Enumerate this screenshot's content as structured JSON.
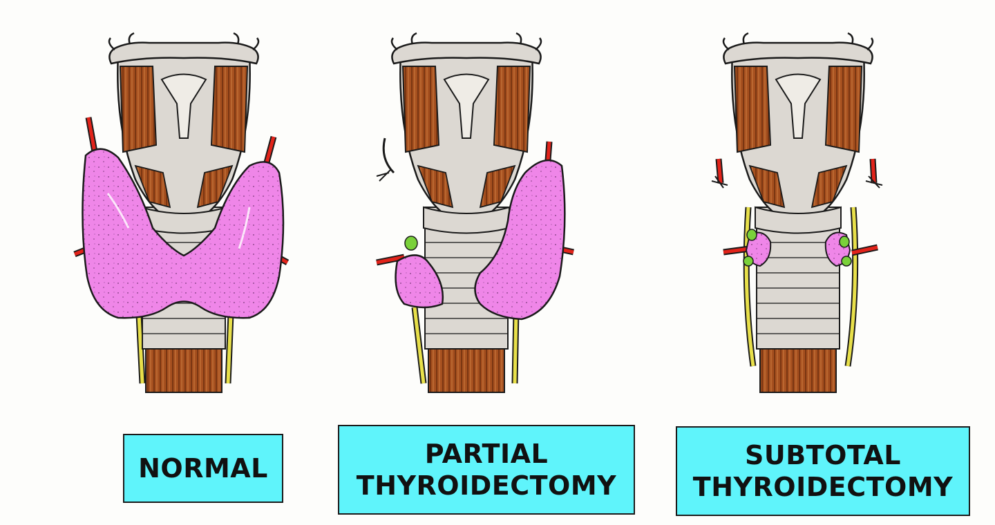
{
  "panels": [
    {
      "id": "normal",
      "label_lines": [
        "NORMAL"
      ]
    },
    {
      "id": "partial",
      "label_lines": [
        "PARTIAL",
        "THYROIDECTOMY"
      ]
    },
    {
      "id": "subtotal",
      "label_lines": [
        "SUBTOTAL",
        "THYROIDECTOMY"
      ]
    }
  ],
  "colors": {
    "cartilage": "#dcd8d2",
    "muscle": "#a6501f",
    "thyroid": "#ef86e8",
    "artery": "#e2231a",
    "nerve": "#e8e04a",
    "parathyroid": "#7ad13a",
    "label_bg": "#5ff4fb",
    "outline": "#1a1a1a"
  }
}
